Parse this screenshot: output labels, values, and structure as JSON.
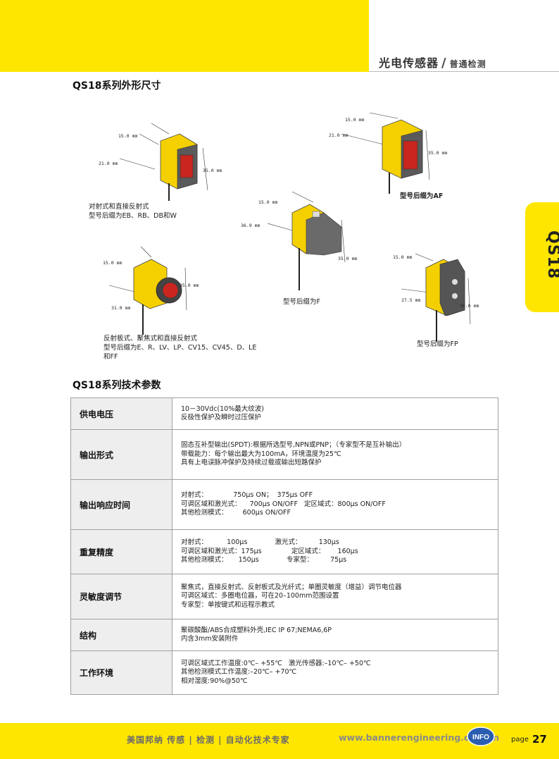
{
  "header": {
    "title": "光电传感器",
    "separator": "/",
    "subtitle": "普通检测"
  },
  "side_tab": {
    "label": "QS18"
  },
  "section1": {
    "title": "QS18系列外形尺寸"
  },
  "figures": {
    "fig1": {
      "dims": [
        "15.0 mm",
        "21.0 mm",
        "35.0 mm"
      ],
      "caption_lines": [
        "对射式和直接反射式",
        "型号后缀为EB、RB、DB和W"
      ]
    },
    "fig2": {
      "dims": [
        "15.0 mm",
        "21.0 mm",
        "35.0 mm"
      ],
      "caption": "型号后缀为AF"
    },
    "fig3": {
      "dims": [
        "15.0 mm",
        "36.9 mm",
        "35.0 mm"
      ],
      "caption": "型号后缀为F"
    },
    "fig4": {
      "dims": [
        "15.0 mm",
        "31.0 mm",
        "35.0 mm"
      ],
      "caption_lines": [
        "反射板式、聚焦式和直接反射式",
        "型号后缀为E、R、LV、LP、CV15、CV45、D、LE",
        "和FF"
      ]
    },
    "fig5": {
      "dims": [
        "15.0 mm",
        "27.5 mm",
        "36.0 mm"
      ],
      "caption": "型号后缀为FP"
    }
  },
  "section2": {
    "title": "QS18系列技术参数"
  },
  "specs": [
    {
      "label": "供电电压",
      "lines": [
        "10－30Vdc(10%最大纹波)",
        "反极性保护及瞬时过压保护"
      ]
    },
    {
      "label": "输出形式",
      "lines": [
        "固态互补型输出(SPDT):根据所选型号,NPN或PNP；（专家型不是互补输出）",
        "带载能力：每个输出最大为100mA，环境温度为25℃",
        "具有上电误脉冲保护及持续过载或输出短路保护"
      ]
    },
    {
      "label": "输出响应时间",
      "lines": [
        "对射式：            750μs ON；  375μs OFF",
        "可调区域和激光式：    700μs ON/OFF   定区域式：800μs ON/OFF",
        "其他检测模式：       600μs ON/OFF"
      ]
    },
    {
      "label": "重复精度",
      "lines": [
        "对射式：         100μs             激光式：        130μs",
        "可调区域和激光式：175μs              定区域式：      160μs",
        "其他检测模式：     150μs             专家型：        75μs"
      ]
    },
    {
      "label": "灵敏度调节",
      "lines": [
        "聚焦式，直接反射式、反射板式及光纤式；单圈灵敏度（增益）调节电位器",
        "可调区域式：多圈电位器，可在20–100mm范围设置",
        "专家型：单按键式和远程示教式"
      ]
    },
    {
      "label": "结构",
      "lines": [
        "聚碳酸酯/ABS合成塑料外壳,IEC IP 67;NEMA6,6P",
        "内含3mm安装附件"
      ]
    },
    {
      "label": "工作环境",
      "lines": [
        "可调区域式工作温度:0℃– +55℃   激光传感器:–10℃– +50℃",
        "其他检测模式工作温度:–20℃– +70℃",
        "相对湿度:90%@50℃"
      ]
    }
  ],
  "footer": {
    "brand": "美国邦纳   传感 | 检测 | 自动化技术专家",
    "website": "www.bannerengineering.com.cn",
    "badge": "INFO",
    "page_label": "page",
    "page_number": "27"
  },
  "colors": {
    "brand_yellow": "#ffe600",
    "label_bg": "#eeeeee",
    "border": "#a0a0a0"
  }
}
